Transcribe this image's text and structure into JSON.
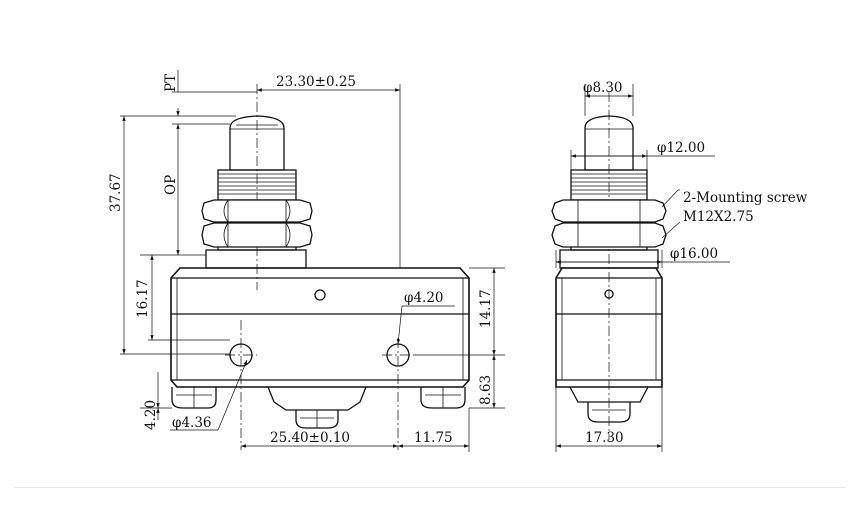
{
  "drawing": {
    "front_view": {
      "pt_label": "PT",
      "op_label": "OP",
      "dim_plunger_offset": "23.30±0.25",
      "dim_total_height": "37.67",
      "dim_body_height_left": "16.17",
      "dim_body_height_right": "14.17",
      "dim_hole_dia": "φ4.20",
      "dim_mount_hole": "φ4.36",
      "dim_bottom_offset": "4.20",
      "dim_hole_height": "8.63",
      "dim_hole_spacing": "25.40±0.10",
      "dim_right_edge": "11.75"
    },
    "side_view": {
      "dim_plunger_dia": "φ8.30",
      "dim_thread_dia": "φ12.00",
      "dim_nut_dia": "φ16.00",
      "note_line1": "2-Mounting screw",
      "note_line2": "M12X2.75",
      "dim_width": "17.30"
    }
  }
}
